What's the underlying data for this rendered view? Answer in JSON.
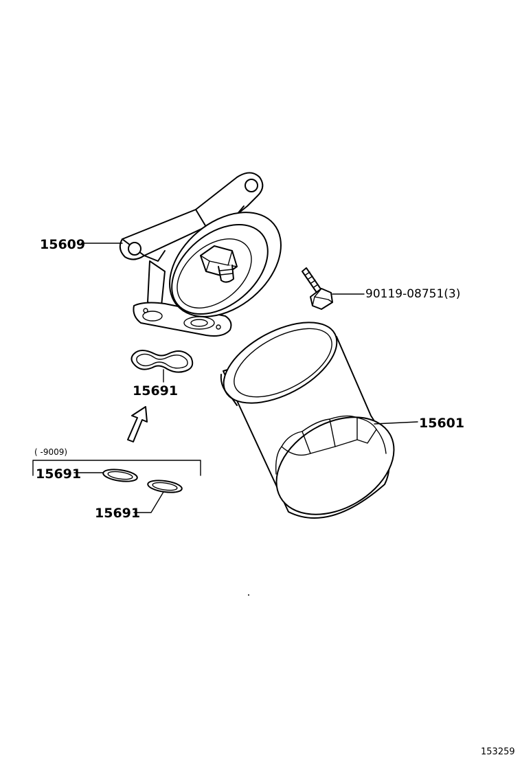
{
  "labels": {
    "bracket": "15609",
    "bolt": "90119-08751(3)",
    "gasket_top": "15691",
    "filter": "15601",
    "date_range": "(      -9009)",
    "gasket_mid": "15691",
    "gasket_low": "15691"
  },
  "figure_id": "153259"
}
